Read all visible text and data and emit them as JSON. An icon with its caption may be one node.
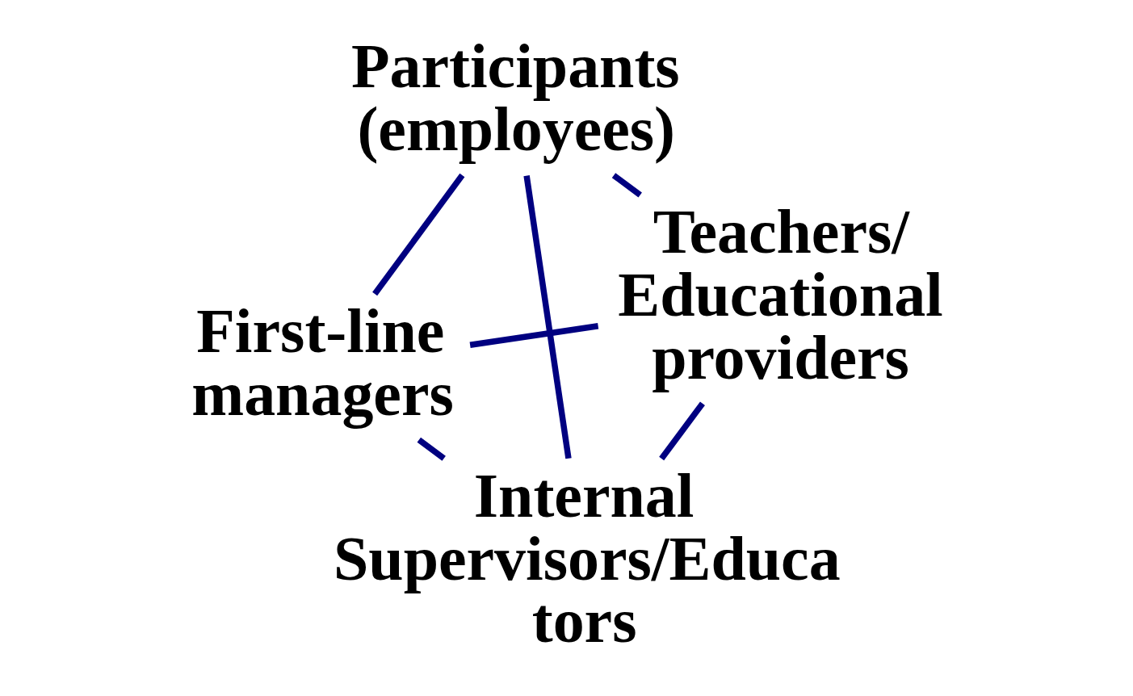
{
  "diagram": {
    "nodes": [
      {
        "text": [
          "First-line managers"
        ]
      },
      {
        "text": [
          "Teachers/ Educational providers"
        ]
      },
      {
        "text": [
          "Internal Supervisors/Educa tors"
        ]
      },
      {
        "text": [
          "Participants (employees)"
        ]
      }
    ],
    "edges": [
      {
        "from": 0,
        "to": 1,
        "arrow": "none"
      },
      {
        "from": 0,
        "to": 3,
        "arrow": "none"
      },
      {
        "from": 0,
        "to": 2,
        "arrow": "none"
      },
      {
        "from": 1,
        "to": 2,
        "arrow": "none"
      },
      {
        "from": 1,
        "to": 3,
        "arrow": "none"
      },
      {
        "from": 2,
        "to": 3,
        "arrow": "none"
      }
    ]
  }
}
